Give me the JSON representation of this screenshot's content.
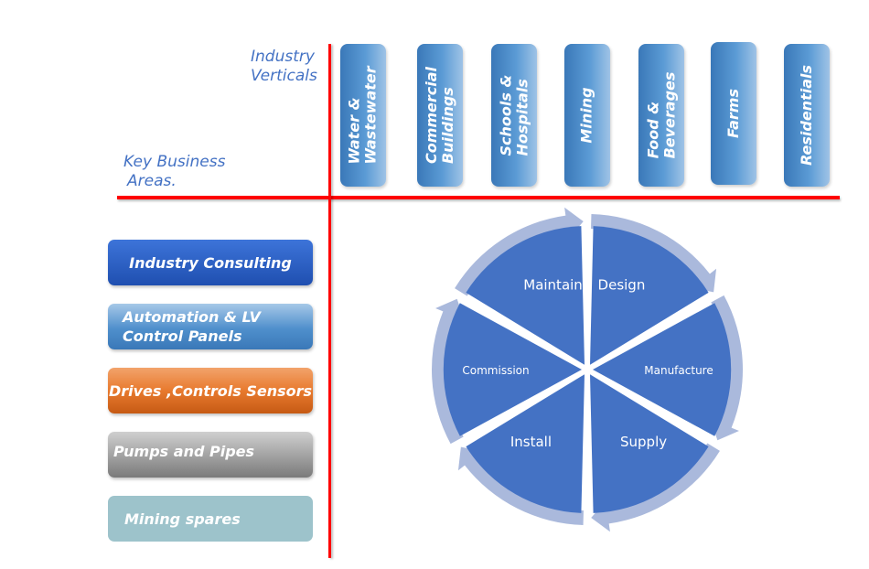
{
  "header": {
    "industry_verticals_label": "Industry Verticals",
    "industry_verticals_lines": [
      "Industry",
      "Verticals"
    ],
    "key_business_areas_lines": [
      "Key Business",
      "Areas."
    ]
  },
  "verticals": [
    {
      "lines": [
        "Water &",
        "Wastewater"
      ]
    },
    {
      "lines": [
        "Commercial",
        "Buildings"
      ]
    },
    {
      "lines": [
        "Schools &",
        "Hospitals"
      ]
    },
    {
      "lines": [
        "Mining"
      ]
    },
    {
      "lines": [
        "Food &",
        "Beverages"
      ]
    },
    {
      "lines": [
        "Farms"
      ]
    },
    {
      "lines": [
        "Residentials"
      ]
    }
  ],
  "business_areas": [
    {
      "lines": [
        "Industry Consulting"
      ],
      "color": "#2e62c8"
    },
    {
      "lines": [
        "Automation & LV",
        "Control Panels"
      ],
      "color": "#5b9bd5"
    },
    {
      "lines": [
        "Drives ,Controls Sensors"
      ],
      "color": "#e87a2e"
    },
    {
      "lines": [
        "Pumps and Pipes"
      ],
      "color": "#9c9c9c"
    },
    {
      "lines": [
        "Mining spares"
      ],
      "color": "#9dc3cb"
    }
  ],
  "cycle": {
    "segment_color": "#4472c4",
    "arrow_color": "#aab9dc",
    "segments": [
      "Design",
      "Manufacture",
      "Supply",
      "Install",
      "Commission",
      "Maintain"
    ]
  },
  "colors": {
    "axis_line": "#ff0000",
    "axis_label": "#4472c4"
  }
}
